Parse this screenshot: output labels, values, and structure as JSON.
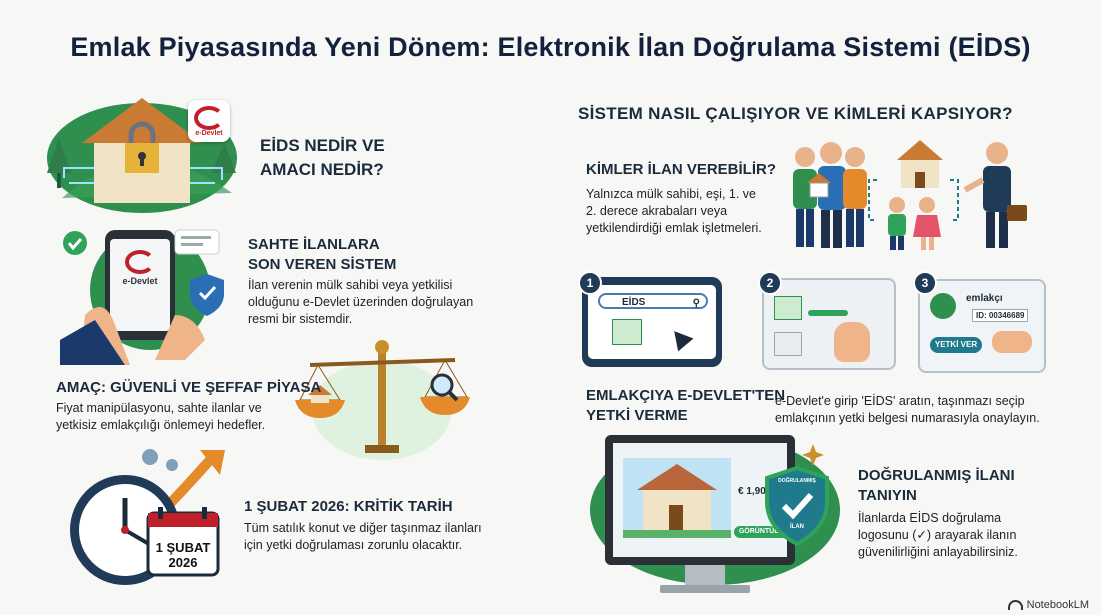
{
  "title": "Emlak Piyasasında Yeni Dönem: Elektronik İlan Doğrulama Sistemi (EİDS)",
  "left": {
    "what": {
      "heading_1": "EİDS NEDİR VE",
      "heading_2": "AMACI NEDİR?",
      "logo_text": "e-Devlet"
    },
    "fake": {
      "heading_1": "SAHTE İLANLARA",
      "heading_2": "SON VEREN SİSTEM",
      "body_1": "İlan verenin mülk sahibi veya yetkilisi",
      "body_2": "olduğunu e-Devlet üzerinden doğrulayan",
      "body_3": "resmi bir sistemdir.",
      "phone_logo": "e-Devlet"
    },
    "goal": {
      "heading": "AMAÇ: GÜVENLİ VE ŞEFFAF PİYASA",
      "body_1": "Fiyat manipülasyonu, sahte ilanlar ve",
      "body_2": "yetkisiz emlakçılığı önlemeyi hedefler."
    },
    "date": {
      "heading": "1 ŞUBAT 2026: KRİTİK TARİH",
      "body_1": "Tüm satılık konut ve diğer taşınmaz ilanları",
      "body_2": "için yetki doğrulaması zorunlu olacaktır.",
      "cal_1": "1 ŞUBAT",
      "cal_2": "2026"
    }
  },
  "right": {
    "section_title": "SİSTEM NASIL ÇALIŞIYOR VE KİMLERİ KAPSIYOR?",
    "who": {
      "heading": "KİMLER İLAN VEREBİLİR?",
      "body_1": "Yalnızca mülk sahibi, eşi, 1. ve",
      "body_2": "2. derece akrabaları veya",
      "body_3": "yetkilendirdiği emlak işletmeleri."
    },
    "steps": {
      "n1": "1",
      "n2": "2",
      "n3": "3",
      "search": "EİDS",
      "agent_label": "emlakçı",
      "agent_id": "ID: 00346689",
      "grant_button": "YETKİ VER"
    },
    "grant": {
      "heading_1": "EMLAKÇIYA E-DEVLET'TEN",
      "heading_2": "YETKİ VERME",
      "body_1": "e-Devlet'e girip 'EİDS' aratın, taşınmazı seçip",
      "body_2": "emlakçının yetki belgesi numarasıyla onaylayın."
    },
    "verified": {
      "heading_1": "DOĞRULANMIŞ İLANI",
      "heading_2": "TANIYIN",
      "body_1": "İlanlarda EİDS doğrulama",
      "body_2": "logosunu (✓) arayarak ilanın",
      "body_3": "güvenilirliğini anlayabilirsiniz.",
      "price": "€ 1,900",
      "button": "GÖRÜNTÜLE",
      "shield_top": "DOĞRULANMIŞ",
      "shield_bottom": "İLAN"
    }
  },
  "footer": {
    "brand": "NotebookLM"
  },
  "colors": {
    "navy": "#1b2b3b",
    "green": "#2f8f4e",
    "teal": "#1f7a8c",
    "red": "#c0202a",
    "orange": "#e58a2b",
    "gold": "#c8902a"
  }
}
